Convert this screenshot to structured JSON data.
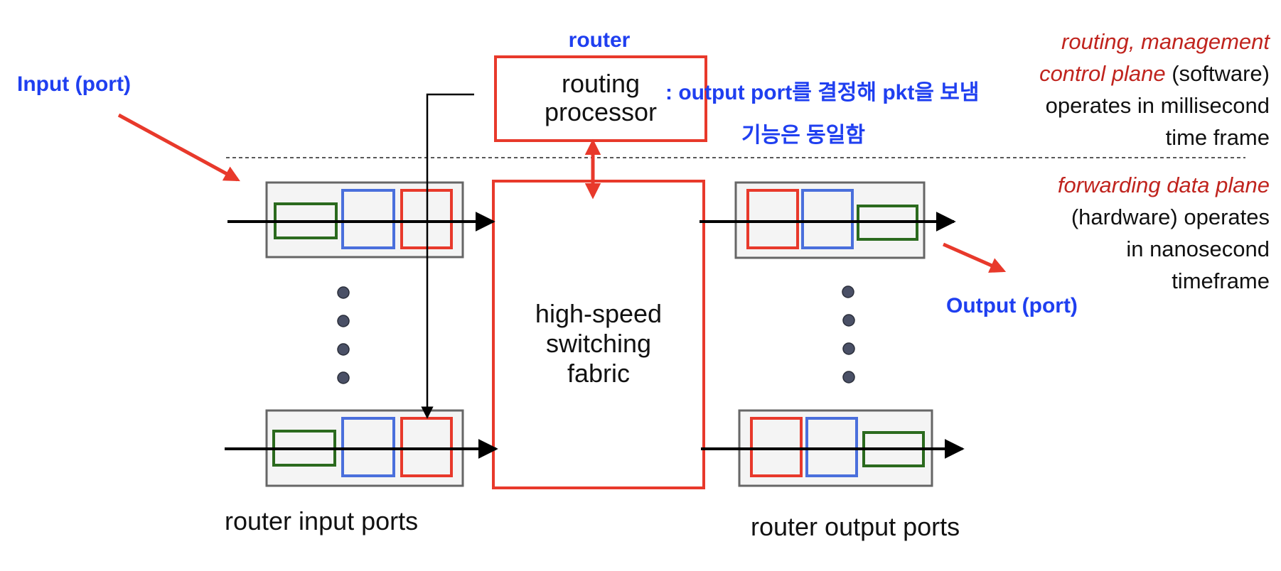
{
  "annotations": {
    "router": "router",
    "input_port": "Input (port)",
    "output_port": "Output (port)",
    "note_line1": ": output port를 결정해 pkt을 보냄",
    "note_line2": "기능은 동일함"
  },
  "blocks": {
    "routing_processor": [
      "routing",
      "processor"
    ],
    "switching_fabric": [
      "high-speed",
      "switching",
      "fabric"
    ],
    "input_ports_caption": "router input ports",
    "output_ports_caption": "router output ports"
  },
  "control_plane": {
    "title_line1": "routing, management",
    "title_line2_emph": "control plane",
    "title_line2_rest": " (software)",
    "desc_line1": "operates in millisecond",
    "desc_line2": "time frame"
  },
  "data_plane": {
    "title": "forwarding data plane",
    "desc_line1": "(hardware) operates",
    "desc_line2": "in nanosecond",
    "desc_line3": "timeframe"
  },
  "colors": {
    "accent_red": "#e8392b",
    "annotation_blue": "#1f3ff0",
    "queue_green": "#2b6a1e",
    "queue_blue": "#4a6fdc",
    "queue_red": "#e8392b",
    "port_border": "#666666",
    "dot_fill": "#4a5066",
    "plane_red": "#c0241e"
  }
}
